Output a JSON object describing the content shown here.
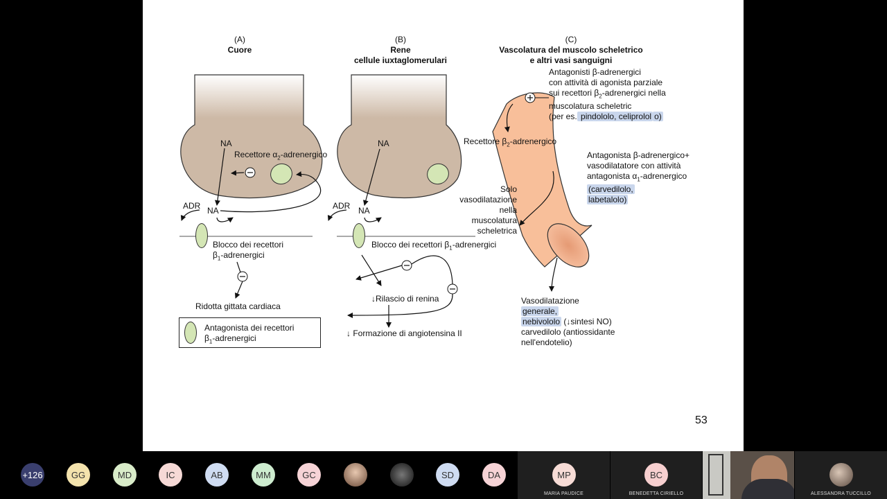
{
  "slide": {
    "page_number": "53",
    "panel_a": {
      "letter": "(A)",
      "title": "Cuore",
      "na_top": "NA",
      "receptor_a2_pre": "Recettore α",
      "receptor_a2_sub": "2",
      "receptor_a2_post": "-adrenergico",
      "adr": "ADR",
      "na_bottom": "NA",
      "block_line1": "Blocco dei recettori",
      "block_line2_pre": "β",
      "block_line2_sub": "1",
      "block_line2_post": "-adrenergici",
      "reduced_output": "Ridotta gittata cardiaca",
      "legend_line1": "Antagonista dei recettori",
      "legend_line2_pre": "β",
      "legend_line2_sub": "1",
      "legend_line2_post": "-adrenergici"
    },
    "panel_b": {
      "letter": "(B)",
      "title_line1": "Rene",
      "title_line2": "cellule iuxtaglomerulari",
      "na_top": "NA",
      "adr": "ADR",
      "na_bottom": "NA",
      "block_pre": "Blocco dei recettori β",
      "block_sub": "1",
      "block_post": "-adrenergici",
      "renin": "Rilascio di renina",
      "angiotensin": "Formazione di angiotensina II"
    },
    "panel_c": {
      "letter": "(C)",
      "title_line1": "Vascolatura del muscolo scheletrico",
      "title_line2": "e altri vasi sanguigni",
      "ant_line1": "Antagonisti β-adrenergici",
      "ant_line2": "con attività di agonista parziale",
      "ant_line3_pre": "sui recettori β",
      "ant_line3_sub": "2",
      "ant_line3_post": "-adrenergici nella",
      "ant_line4": "muscolatura scheletric",
      "ant_line5_pre": "(per es.",
      "ant_line5_hl": " pindololo, celiprolol",
      "ant_line5_post": "o)",
      "receptor_b2_pre": "Recettore β",
      "receptor_b2_sub": "2",
      "receptor_b2_post": "-adrenergico",
      "combo_line1": "Antagonista β-adrenergico+",
      "combo_line2": "vasodilatatore con attività",
      "combo_line3_pre": "antagonista α",
      "combo_line3_sub": "1",
      "combo_line3_post": "-adrenergico",
      "combo_line4": "(carvedilolo,",
      "combo_line5": "labetalolo)",
      "solo_line1": "Solo",
      "solo_line2": "vasodilatazione",
      "solo_line3": "nella",
      "solo_line4": "muscolatura",
      "solo_line5": "scheletrica",
      "vaso_line1": "Vasodilatazione",
      "vaso_line2": "generale,",
      "vaso_line3_hl": "nebivololo",
      "vaso_line3_post": " (↓sintesi NO)",
      "vaso_line4": "carvedilolo (antiossidante",
      "vaso_line5": "nell'endotelio)"
    },
    "colors": {
      "cell": "#cdb9a6",
      "vessel": "#f8bf9a",
      "receptor": "#d4e6b5",
      "highlight": "#c9d6ec"
    }
  },
  "participants": {
    "avatars": [
      {
        "initials": "+126",
        "bg": "#3a3f6e",
        "fg": "#ffffff"
      },
      {
        "initials": "GG",
        "bg": "#f4e3ad",
        "fg": "#333333"
      },
      {
        "initials": "MD",
        "bg": "#d9ecc9",
        "fg": "#333333"
      },
      {
        "initials": "IC",
        "bg": "#f6d9d6",
        "fg": "#333333"
      },
      {
        "initials": "AB",
        "bg": "#cfdcf2",
        "fg": "#333333"
      },
      {
        "initials": "MM",
        "bg": "#cdeccf",
        "fg": "#333333"
      },
      {
        "initials": "GC",
        "bg": "#f6d3d6",
        "fg": "#333333"
      },
      {
        "initials": "",
        "bg": "#7a5a48",
        "fg": "#ffffff"
      },
      {
        "initials": "",
        "bg": "#2a2a2a",
        "fg": "#ffffff"
      },
      {
        "initials": "SD",
        "bg": "#cfdcf2",
        "fg": "#333333"
      },
      {
        "initials": "DA",
        "bg": "#f6d3d6",
        "fg": "#333333"
      }
    ],
    "tiles": [
      {
        "initials": "MP",
        "name": "MARIA PAUDICE",
        "bg": "#f7dcd6"
      },
      {
        "initials": "BC",
        "name": "BENEDETTA CIRIELLO",
        "bg": "#f7cfcf"
      },
      {
        "initials": "",
        "name": ""
      },
      {
        "initials": "",
        "name": "ALESSANDRA TUCCILLO"
      }
    ]
  }
}
